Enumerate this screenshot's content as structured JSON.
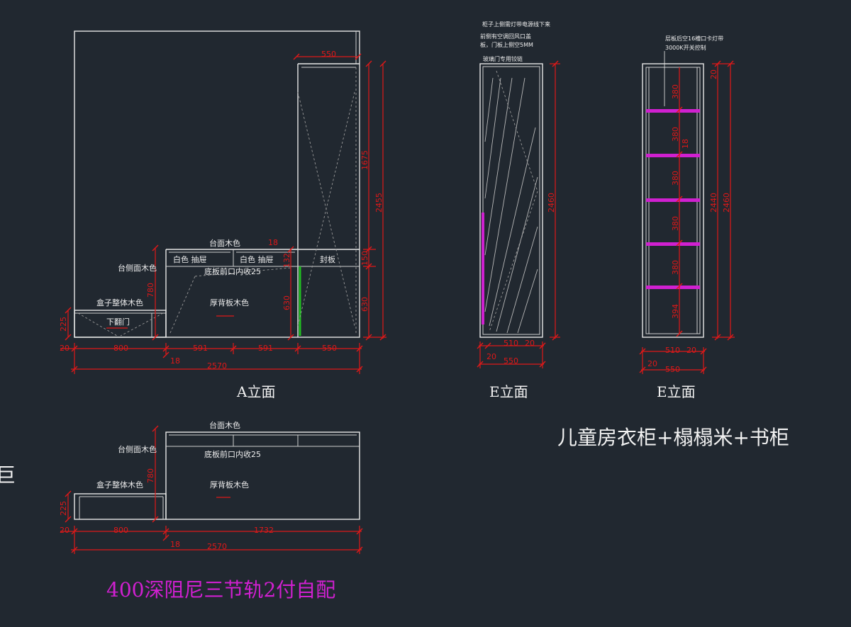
{
  "view_a": {
    "title": "A立面",
    "labels": {
      "top_wood": "台面木色",
      "side_wood": "台侧面木色",
      "drawer1": "白色 抽屉",
      "drawer2": "白色 抽屉",
      "seal": "封板",
      "bottom_inset": "底板前口内收25",
      "box_wood": "盒子整体木色",
      "flip_door": "下翻门",
      "back_wood": "厚背板木色"
    },
    "dims": {
      "d550_top": "550",
      "d1675": "1675",
      "d2455": "2455",
      "d150": "150",
      "d630r": "630",
      "d18a": "18",
      "d132": "132",
      "d630": "630",
      "d780": "780",
      "d225": "225",
      "d20": "20",
      "d800": "800",
      "d591a": "591",
      "d591b": "591",
      "d550b": "550",
      "d18b": "18",
      "d2570": "2570"
    }
  },
  "view_e1": {
    "title": "E立面",
    "notes": [
      "柜子上侧需灯带电源线下来",
      "前侧有空调回风口盖",
      "板，门板上侧空5MM",
      "玻璃门专用铰链"
    ],
    "dims": {
      "d2460": "2460",
      "d510": "510",
      "d20a": "20",
      "d20b": "20",
      "d550": "550"
    }
  },
  "view_e2": {
    "title": "E立面",
    "notes": [
      "层板后空16槽口卡灯带",
      "3000K开关控制"
    ],
    "dims": {
      "s380a": "380",
      "s380b": "380",
      "s380c": "380",
      "s380d": "380",
      "s380e": "380",
      "s394": "394",
      "d20top": "20",
      "d18": "18",
      "d2440": "2440",
      "d2460": "2460",
      "d510": "510",
      "d20a": "20",
      "d20b": "20",
      "d550": "550"
    }
  },
  "view_plan": {
    "labels": {
      "top_wood": "台面木色",
      "side_wood": "台侧面木色",
      "bottom_inset": "底板前口内收25",
      "box_wood": "盒子整体木色",
      "back_wood": "厚背板木色"
    },
    "dims": {
      "d780": "780",
      "d225": "225",
      "d20": "20",
      "d800": "800",
      "d1732": "1732",
      "d18": "18",
      "d2570": "2570"
    }
  },
  "project_title": "儿童房衣柜+榻榻米+书柜",
  "rail_note": "400深阻尼三节轨2付自配",
  "edge_char": "巨",
  "colors": {
    "background": "#212830",
    "line": "#e8e8e8",
    "dimension": "#e01818",
    "highlight": "#d020d0",
    "green": "#20c020"
  }
}
